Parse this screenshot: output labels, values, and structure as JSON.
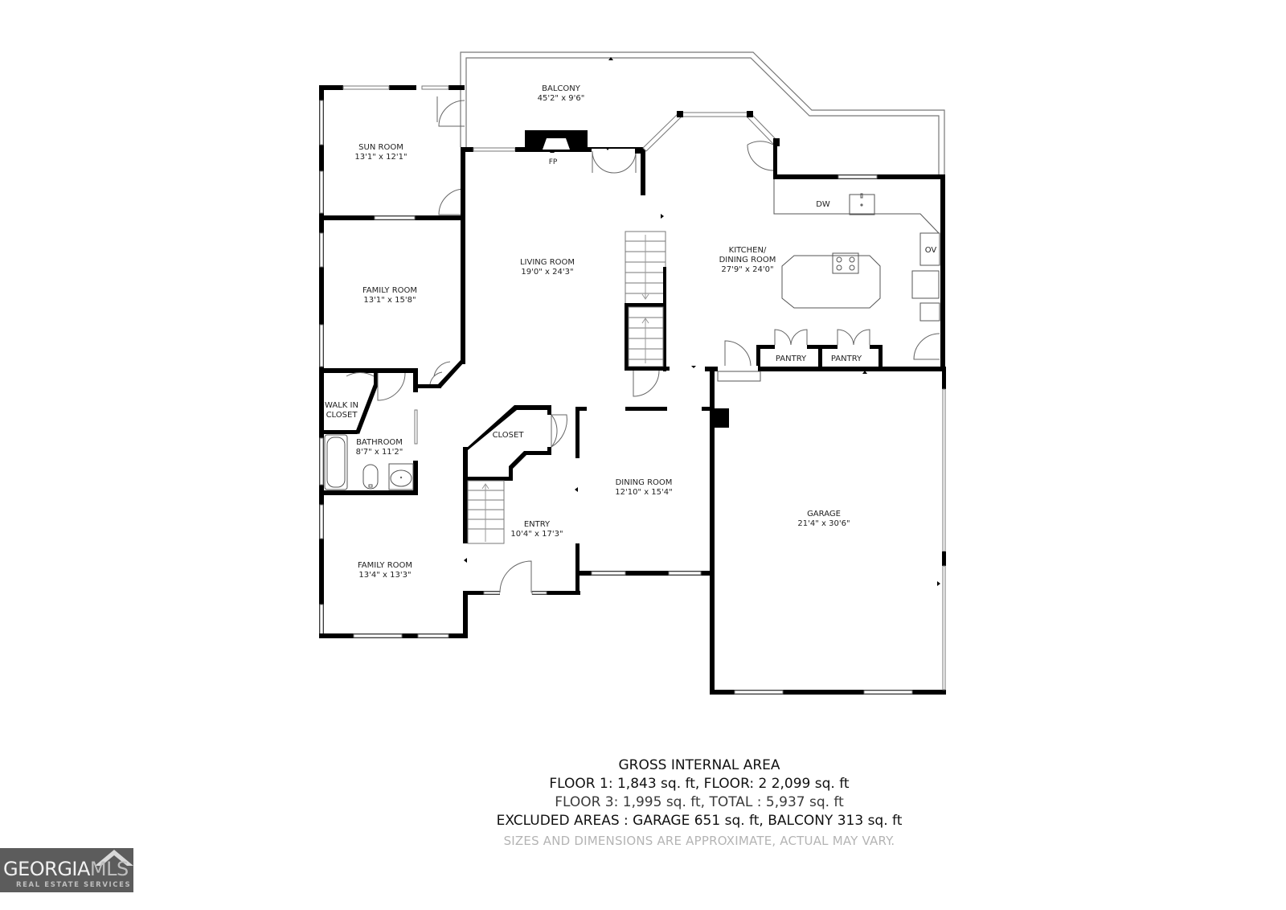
{
  "floorplan": {
    "rooms": [
      {
        "name": "BALCONY",
        "size": "45'2\" x 9'6\""
      },
      {
        "name": "SUN ROOM",
        "size": "13'1\" x 12'1\""
      },
      {
        "name": "FAMILY ROOM",
        "size": "13'1\" x 15'8\""
      },
      {
        "name": "LIVING ROOM",
        "size": "19'0\" x 24'3\""
      },
      {
        "name": "KITCHEN/",
        "name2": "DINING ROOM",
        "size": "27'9\" x 24'0\""
      },
      {
        "name": "WALK IN",
        "name2": "CLOSET"
      },
      {
        "name": "BATHROOM",
        "size": "8'7\" x 11'2\""
      },
      {
        "name": "CLOSET"
      },
      {
        "name": "DINING ROOM",
        "size": "12'10\" x 15'4\""
      },
      {
        "name": "ENTRY",
        "size": "10'4\" x 17'3\""
      },
      {
        "name": "FAMILY ROOM",
        "size": "13'4\" x 13'3\""
      },
      {
        "name": "GARAGE",
        "size": "21'4\" x 30'6\""
      },
      {
        "name": "PANTRY"
      },
      {
        "name": "PANTRY"
      }
    ],
    "fixtures": {
      "fireplace": "FP",
      "dishwasher": "DW",
      "oven": "OV"
    }
  },
  "area_summary": {
    "title": "GROSS INTERNAL AREA",
    "line1": "FLOOR 1: 1,843 sq. ft, FLOOR: 2 2,099 sq. ft",
    "line2": "FLOOR 3: 1,995 sq. ft, TOTAL : 5,937 sq. ft",
    "line3": "EXCLUDED AREAS : GARAGE 651 sq. ft, BALCONY 313 sq. ft",
    "disclaimer": "SIZES AND DIMENSIONS ARE APPROXIMATE, ACTUAL MAY VARY."
  },
  "logo": {
    "name_main": "GEORGIA",
    "name_accent": "MLS",
    "tagline": "REAL ESTATE SERVICES",
    "background": "#5c5c5c"
  }
}
